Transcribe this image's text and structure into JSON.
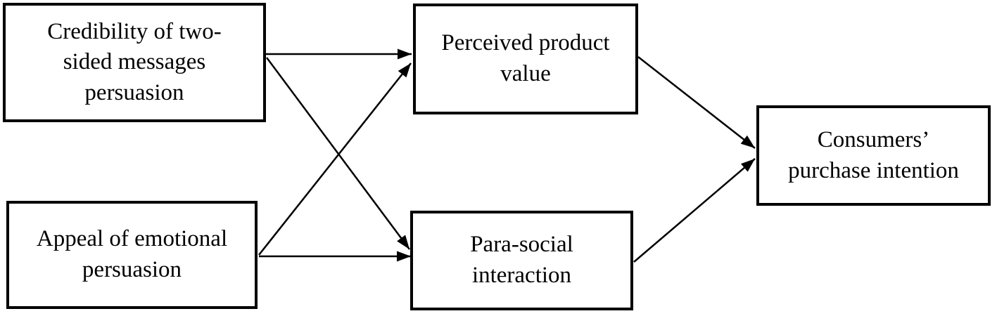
{
  "diagram": {
    "type": "path-model",
    "background": "#ffffff",
    "colors": {
      "box_border": "#000000",
      "arrow": "#000000",
      "text": "#000000"
    },
    "boxes": {
      "credibility": {
        "label": "Credibility of two-sided messages persuasion",
        "lines": [
          "Credibility of two-",
          "sided messages",
          "persuasion"
        ]
      },
      "appeal": {
        "label": "Appeal of emotional persuasion",
        "lines": [
          "Appeal of emotional",
          "persuasion"
        ]
      },
      "perceived_value": {
        "label": "Perceived product value",
        "lines": [
          "Perceived product",
          "value"
        ]
      },
      "parasocial": {
        "label": "Para-social interaction",
        "lines": [
          "Para-social",
          "interaction"
        ]
      },
      "purchase_intention": {
        "label": "Consumers’ purchase intention",
        "lines": [
          "Consumers’",
          "purchase intention"
        ]
      }
    },
    "edges": [
      {
        "from": "credibility",
        "to": "perceived_value"
      },
      {
        "from": "credibility",
        "to": "parasocial"
      },
      {
        "from": "appeal",
        "to": "perceived_value"
      },
      {
        "from": "appeal",
        "to": "parasocial"
      },
      {
        "from": "perceived_value",
        "to": "purchase_intention"
      },
      {
        "from": "parasocial",
        "to": "purchase_intention"
      }
    ]
  }
}
